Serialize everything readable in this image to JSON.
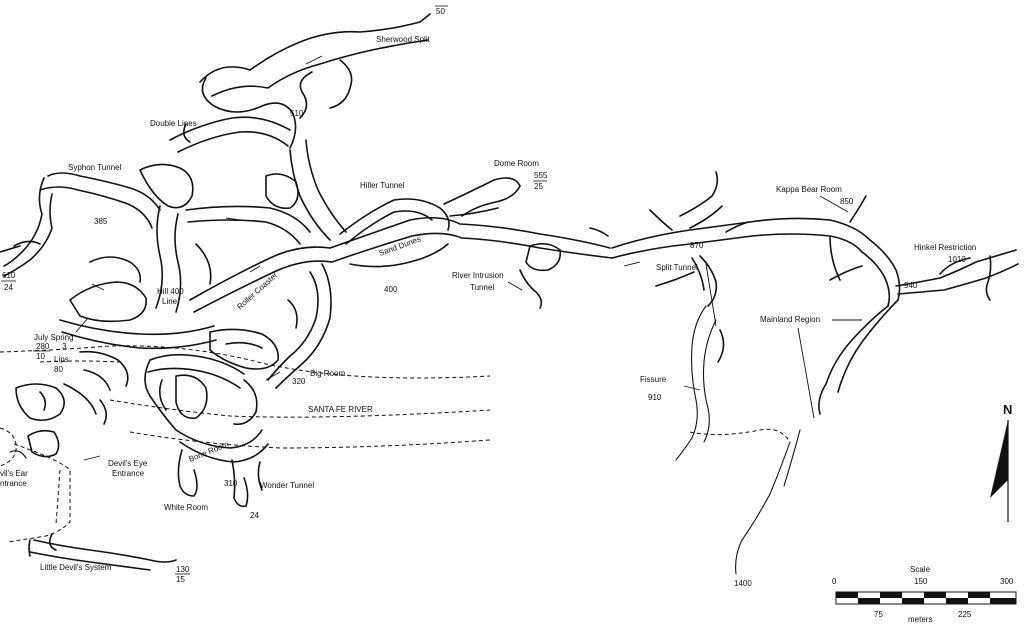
{
  "labels": {
    "sherwood_split": "Sherwood Split",
    "double_lines": "Double Lines",
    "syphon_tunnel": "Syphon Tunnel",
    "hiller_tunnel": "Hiller Tunnel",
    "dome_room": "Dome Room",
    "sand_dunes": "Sand Dunes",
    "river_intrusion_tunnel_1": "River Intrusion",
    "river_intrusion_tunnel_2": "Tunnel",
    "hill_400_line_1": "Hill 400",
    "hill_400_line_2": "Line",
    "roller_coaster": "Roller Coaster",
    "july_spring": "July Spring",
    "lips": "Lips",
    "big_room": "Big Room",
    "santa_fe_river": "SANTA FE RIVER",
    "bone_room": "Bone Room",
    "devils_eye_1": "Devil's Eye",
    "devils_eye_2": "Entrance",
    "devils_ear_1": "vil's Ear",
    "devils_ear_2": "ntrance",
    "white_room": "White Room",
    "wonder_tunnel": "Wonder Tunnel",
    "little_devils_system": "Little Devil's System",
    "kappa_bear_room": "Kappa Bear Room",
    "hinkel_restriction": "Hinkel Restriction",
    "split_tunnel": "Split Tunnel",
    "mainland_region": "Mainland Region",
    "fissure": "Fissure"
  },
  "depths": {
    "d50": "50",
    "d510": "510",
    "d385": "385",
    "d555": "555",
    "d25": "25",
    "d610": "610",
    "d24a": "24",
    "d280": "280",
    "d3": "3",
    "d10": "10",
    "d80": "80",
    "d400": "400",
    "d320": "320",
    "d310": "310",
    "d24b": "24",
    "d130": "130",
    "d15": "15",
    "d850": "850",
    "d870": "870",
    "d1010": "1010",
    "d940": "940",
    "d910": "910",
    "d1400": "1400"
  },
  "north": "N",
  "scale": {
    "title": "Scale",
    "t0": "0",
    "t150": "150",
    "t300": "300",
    "t75": "75",
    "t225": "225",
    "unit": "meters"
  }
}
